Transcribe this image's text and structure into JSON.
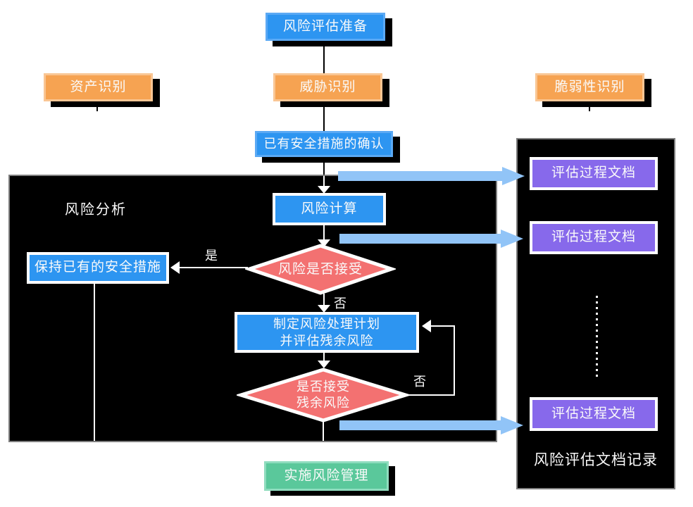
{
  "diagram": {
    "nodes": {
      "prepare": "风险评估准备",
      "asset": "资产识别",
      "threat": "威胁识别",
      "vulnerability": "脆弱性识别",
      "confirm_measures": "已有安全措施的确认",
      "risk_calc": "风险计算",
      "decision_risk_accept": "风险是否接受",
      "keep_measures": "保持已有的安全措施",
      "plan_line1": "制定风险处理计划",
      "plan_line2": "并评估残余风险",
      "decision_residual_line1": "是否接受",
      "decision_residual_line2": "残余风险",
      "implement": "实施风险管理"
    },
    "sections": {
      "analysis_title": "风险分析",
      "docs_title": "风险评估文档记录"
    },
    "documents": {
      "doc1": "评估过程文档",
      "doc2": "评估过程文档",
      "doc3": "评估过程文档"
    },
    "edge_labels": {
      "yes": "是",
      "no_after_risk_accept": "否",
      "no_loop_residual": "否"
    },
    "colors": {
      "process_blue": "#2D95F1",
      "identification_orange": "#F6A352",
      "decision_red": "#F37171",
      "implementation_green": "#5AC89B",
      "document_purple": "#8769EB",
      "flow_arrow_blue": "#91C4F7",
      "container_black": "#000000"
    }
  }
}
